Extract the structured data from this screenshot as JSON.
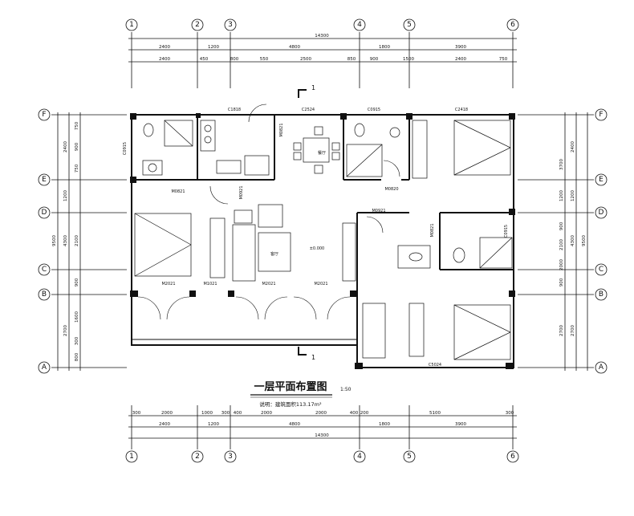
{
  "title": "一层平面布置图",
  "scale": "1:50",
  "area_label": "说明：建筑面积113.17m²",
  "grid": {
    "cols": [
      "1",
      "2",
      "3",
      "4",
      "5",
      "6"
    ],
    "rows": [
      "F",
      "E",
      "D",
      "C",
      "B",
      "A"
    ]
  },
  "top_dims": {
    "total": "14300",
    "row1": [
      "2400",
      "1200",
      "4800",
      "1800",
      "3900"
    ],
    "row2": [
      "2400",
      "450",
      "800",
      "550",
      "2500",
      "850",
      "900",
      "1500",
      "2400",
      "750"
    ]
  },
  "bottom_dims": {
    "total": "14300",
    "row1": [
      "2400",
      "1200",
      "4800",
      "1800",
      "3900"
    ],
    "row0": [
      "300",
      "2000",
      "1000",
      "300",
      "400",
      "2000",
      "2000",
      "400",
      "200",
      "5100",
      "300"
    ]
  },
  "side_dims": {
    "outer": "9500",
    "mid": [
      "2400",
      "1200",
      "4300",
      "2700"
    ],
    "inner_left": [
      "750",
      "900",
      "750",
      "2100",
      "900",
      "1600",
      "300",
      "800"
    ],
    "inner_right": [
      "3700",
      "1200",
      "900",
      "2100",
      "2000",
      "900",
      "2700",
      "2700"
    ]
  },
  "openings": {
    "C1818": "C1818",
    "C2524": "C2524",
    "C0915": "C0915",
    "C2418": "C2418",
    "C0915b": "C0915",
    "C5024": "C5024",
    "C0915c": "C0915",
    "M0821": "M0821",
    "M0821b": "M0821",
    "M0821c": "M0821",
    "M0921": "M0921",
    "M0921b": "M0921",
    "M0820": "M0820",
    "M2021": "M2021",
    "M1021": "M1021",
    "M2021b": "M2021",
    "M2021c": "M2021",
    "level": "±0.000"
  },
  "rooms": {
    "dining": "餐厅",
    "living": "客厅"
  },
  "section_mark": "1"
}
